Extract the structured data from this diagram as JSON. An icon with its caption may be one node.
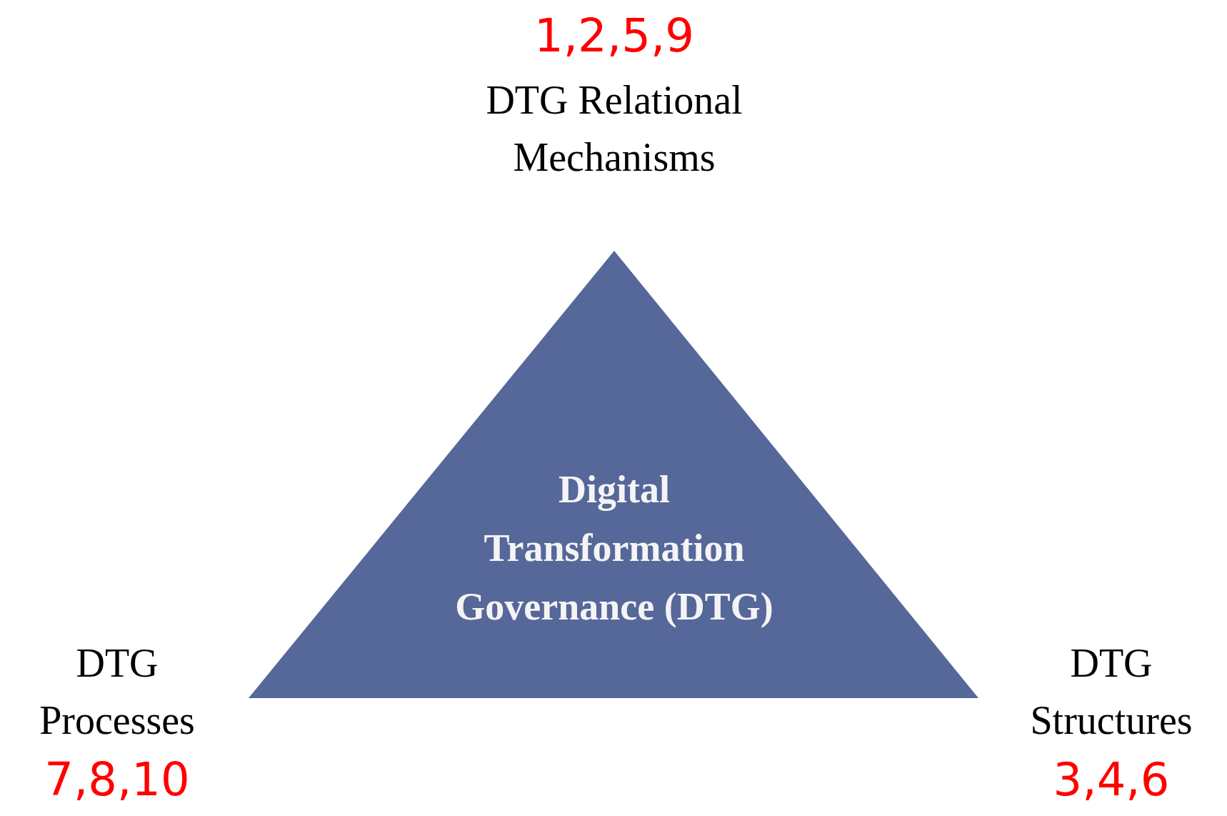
{
  "diagram": {
    "nodes": [
      {
        "text": [
          "Digital Transformation Governance (DTG)"
        ]
      }
    ],
    "edges": [],
    "labels": [
      "1,2,5,9",
      "DTG Relational Mechanisms",
      "DTG Processes",
      "DTG Structures",
      "7,8,10",
      "3,4,6"
    ]
  }
}
